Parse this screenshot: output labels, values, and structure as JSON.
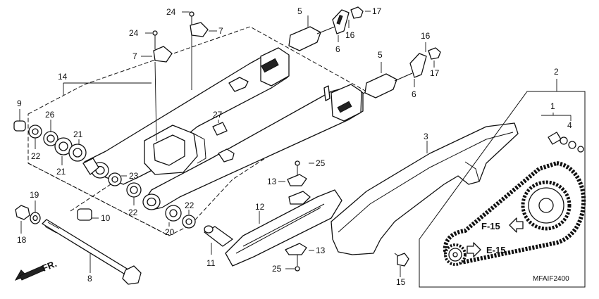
{
  "diagram_code": "MFAIF2400",
  "direction_label": "FR.",
  "refs": {
    "f15": "F-15",
    "e15": "E-15"
  },
  "callouts": [
    {
      "id": "c24a",
      "text": "24"
    },
    {
      "id": "c7a",
      "text": "7"
    },
    {
      "id": "c24b",
      "text": "24"
    },
    {
      "id": "c7b",
      "text": "7"
    },
    {
      "id": "c5a",
      "text": "5"
    },
    {
      "id": "c17a",
      "text": "17"
    },
    {
      "id": "c16a",
      "text": "16"
    },
    {
      "id": "c6a",
      "text": "6"
    },
    {
      "id": "c16b",
      "text": "16"
    },
    {
      "id": "c5b",
      "text": "5"
    },
    {
      "id": "c17b",
      "text": "17"
    },
    {
      "id": "c6b",
      "text": "6"
    },
    {
      "id": "c2",
      "text": "2"
    },
    {
      "id": "c1",
      "text": "1"
    },
    {
      "id": "c4",
      "text": "4"
    },
    {
      "id": "c14",
      "text": "14"
    },
    {
      "id": "c9",
      "text": "9"
    },
    {
      "id": "c26",
      "text": "26"
    },
    {
      "id": "c22a",
      "text": "22"
    },
    {
      "id": "c21a",
      "text": "21"
    },
    {
      "id": "c21b",
      "text": "21"
    },
    {
      "id": "c27",
      "text": "27"
    },
    {
      "id": "c3",
      "text": "3"
    },
    {
      "id": "c23",
      "text": "23"
    },
    {
      "id": "c25a",
      "text": "25"
    },
    {
      "id": "c13a",
      "text": "13"
    },
    {
      "id": "c19",
      "text": "19"
    },
    {
      "id": "c22b",
      "text": "22"
    },
    {
      "id": "c22c",
      "text": "22"
    },
    {
      "id": "c12",
      "text": "12"
    },
    {
      "id": "c10",
      "text": "10"
    },
    {
      "id": "c18",
      "text": "18"
    },
    {
      "id": "c20",
      "text": "20"
    },
    {
      "id": "c11",
      "text": "11"
    },
    {
      "id": "c13b",
      "text": "13"
    },
    {
      "id": "c25b",
      "text": "25"
    },
    {
      "id": "c8",
      "text": "8"
    },
    {
      "id": "c15",
      "text": "15"
    }
  ]
}
